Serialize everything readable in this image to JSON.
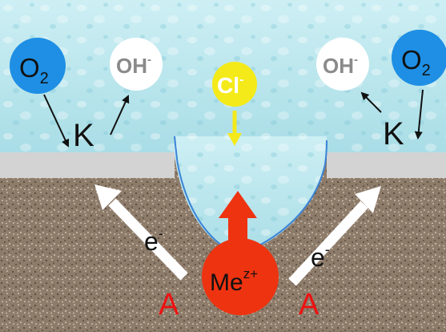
{
  "colors": {
    "water_light": "#cdeff4",
    "water_mid": "#a9dde6",
    "passive_layer": "#d3d3d3",
    "metal": "#8e7c6b",
    "metal_speckle_dark": "#4e4036",
    "metal_speckle_light": "#d8ccbc",
    "oxygen": "#1e8fe4",
    "hydroxide": "#ffffff",
    "chloride": "#f4ea1a",
    "metal_ion": "#ee3311",
    "electron_arrow": "#ffffff",
    "anode_label": "#ee1111",
    "cathode_label": "#111111",
    "pit_outline": "#3a83d6"
  },
  "labels": {
    "o2_left": {
      "main": "O",
      "sub": "2"
    },
    "o2_right": {
      "main": "O",
      "sub": "2"
    },
    "oh_left": {
      "main": "OH",
      "sup": "-"
    },
    "oh_right": {
      "main": "OH",
      "sup": "-"
    },
    "chloride": {
      "main": "Cl",
      "sup": "-"
    },
    "metal_ion": {
      "main": "Me",
      "sup": "z+"
    },
    "cathode_left": "K",
    "cathode_right": "K",
    "electron_left": {
      "main": "e",
      "sup": "-"
    },
    "electron_right": {
      "main": "e",
      "sup": "-"
    },
    "anode_left": "A",
    "anode_right": "A"
  },
  "icons": {
    "o2": "blue-circle",
    "oh": "white-circle",
    "cl": "yellow-circle",
    "me": "red-circle",
    "arrows": "thin-black-arrows, white electron arrows, red ion arrow, yellow chloride arrow"
  }
}
